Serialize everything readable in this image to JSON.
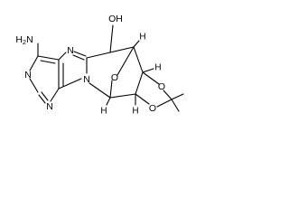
{
  "molecule": {
    "atoms": {
      "amino": "H2N",
      "n_pyr_top": "N",
      "n_pyr_bottom": "N",
      "n_imid_upper": "N",
      "n_imid_lower": "N",
      "hydroxyl": "OH",
      "bridge_oxygen": "O",
      "dioxolane_o_upper": "O",
      "dioxolane_o_lower": "O",
      "stereo_h_top": "H",
      "stereo_h_right": "H",
      "stereo_h_lower_right": "H",
      "stereo_h_lower_left": "H"
    }
  }
}
